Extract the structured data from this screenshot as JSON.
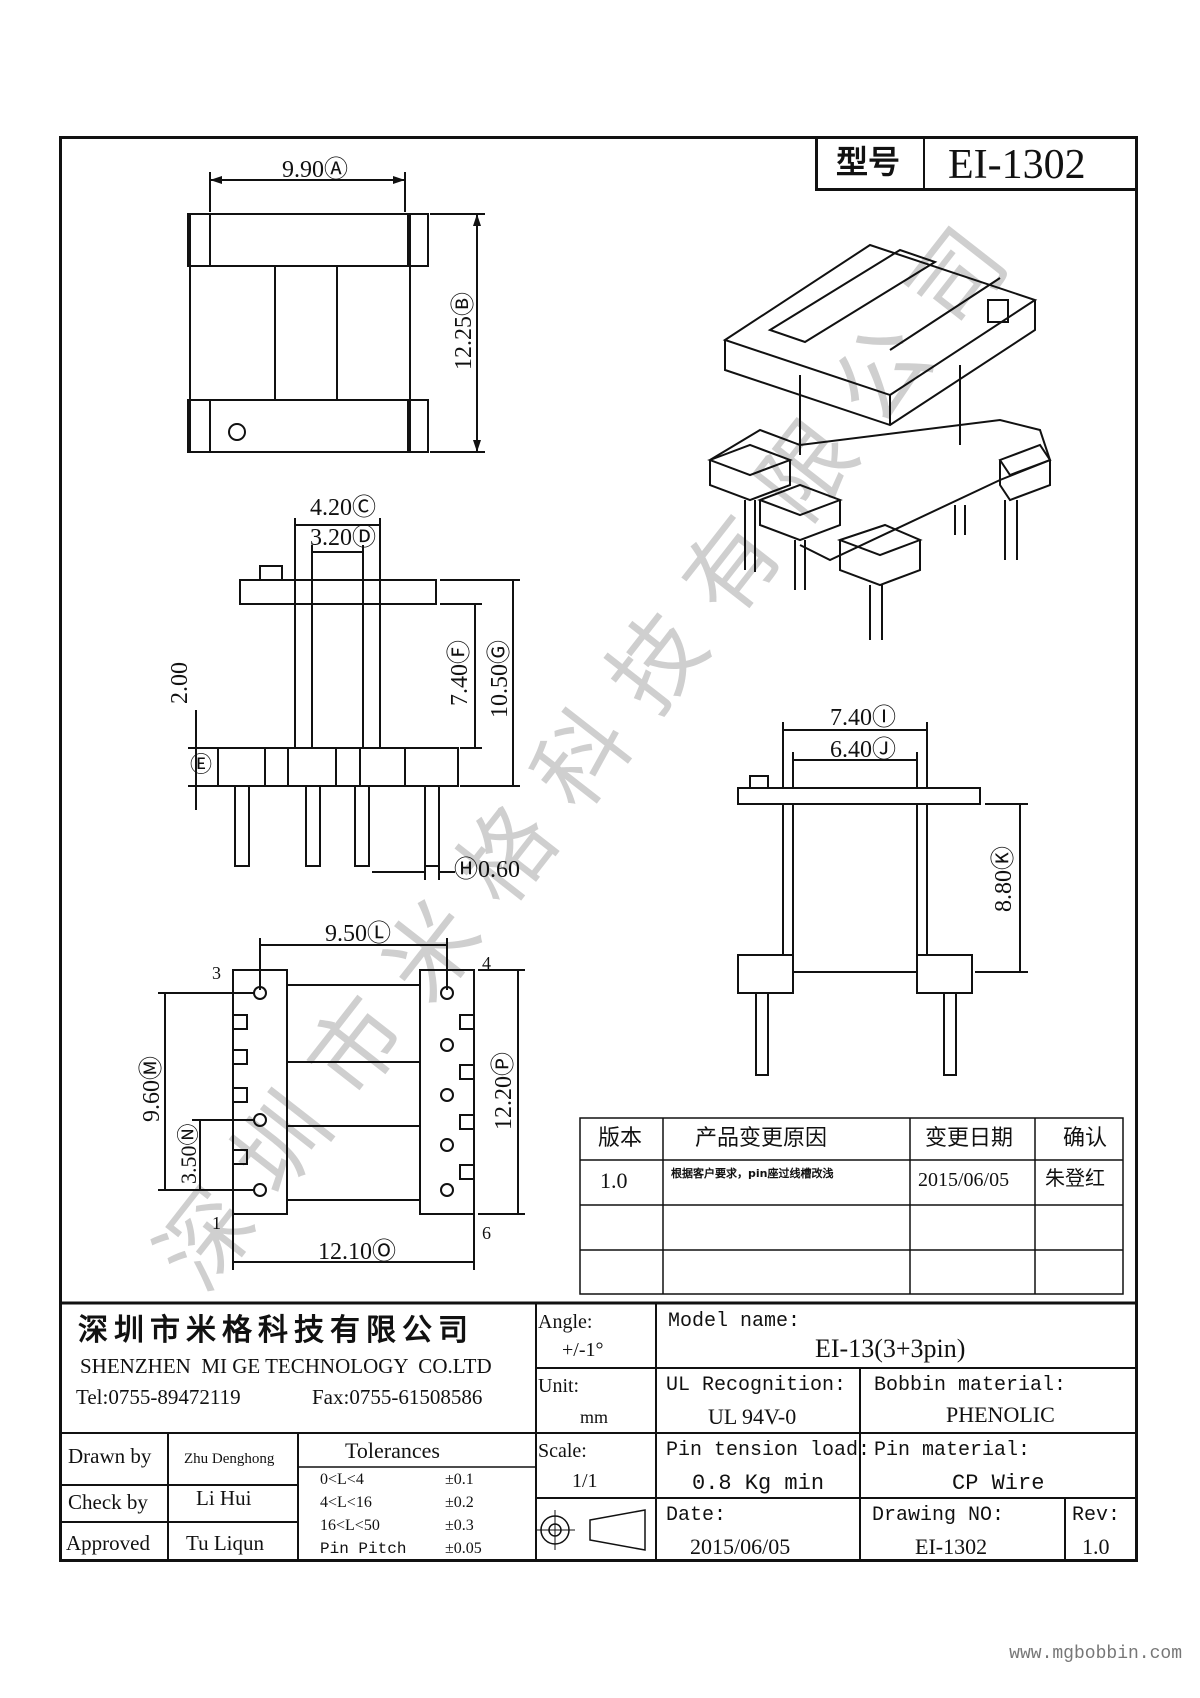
{
  "model_box": {
    "label": "型号",
    "value": "EI-1302"
  },
  "watermark": "深圳市米格科技有限公司",
  "dims": {
    "A": {
      "value": "9.90",
      "tag": "Ⓐ"
    },
    "B": {
      "value": "12.25",
      "tag": "Ⓑ"
    },
    "C": {
      "value": "4.20",
      "tag": "Ⓒ"
    },
    "D": {
      "value": "3.20",
      "tag": "Ⓓ"
    },
    "E": {
      "value": "2.00",
      "tag": "Ⓔ"
    },
    "F": {
      "value": "7.40",
      "tag": "Ⓕ"
    },
    "G": {
      "value": "10.50",
      "tag": "Ⓖ"
    },
    "H": {
      "value": "0.60",
      "tag": "Ⓗ"
    },
    "I": {
      "value": "7.40",
      "tag": "Ⓘ"
    },
    "J": {
      "value": "6.40",
      "tag": "Ⓙ"
    },
    "K": {
      "value": "8.80",
      "tag": "Ⓚ"
    },
    "L": {
      "value": "9.50",
      "tag": "Ⓛ"
    },
    "M": {
      "value": "9.60",
      "tag": "Ⓜ"
    },
    "N": {
      "value": "3.50",
      "tag": "Ⓝ"
    },
    "O": {
      "value": "12.10",
      "tag": "Ⓞ"
    },
    "P": {
      "value": "12.20",
      "tag": "Ⓟ"
    }
  },
  "pin_numbers": {
    "p1": "1",
    "p3": "3",
    "p4": "4",
    "p6": "6"
  },
  "revision_table": {
    "headers": [
      "版本",
      "产品变更原因",
      "变更日期",
      "确认"
    ],
    "rows": [
      [
        "1.0",
        "根据客户要求，pin座过线槽改浅",
        "2015/06/05",
        "朱登红"
      ]
    ]
  },
  "company": {
    "name_cn": "深圳市米格科技有限公司",
    "name_en": "SHENZHEN  MI GE TECHNOLOGY  CO.LTD",
    "tel": "Tel:0755-89472119",
    "fax": "Fax:0755-61508586"
  },
  "signoff": {
    "drawn_label": "Drawn by",
    "drawn_value": "Zhu Denghong",
    "check_label": "Check by",
    "check_value": "Li Hui",
    "approved_label": "Approved",
    "approved_value": "Tu Liqun"
  },
  "tolerances": {
    "title": "Tolerances",
    "rows": [
      {
        "range": "0<L<4",
        "tol": "±0.1"
      },
      {
        "range": "4<L<16",
        "tol": "±0.2"
      },
      {
        "range": "16<L<50",
        "tol": "±0.3"
      },
      {
        "range": "Pin Pitch",
        "tol": "±0.05"
      }
    ]
  },
  "angle": {
    "label": "Angle:",
    "value": "+/-1°"
  },
  "unit": {
    "label": "Unit:",
    "value": "mm"
  },
  "scale": {
    "label": "Scale:",
    "value": "1/1"
  },
  "model_name": {
    "label": "Model name:",
    "value": "EI-13(3+3pin)"
  },
  "ul": {
    "label": "UL Recognition:",
    "value": "UL 94V-0"
  },
  "bobbin_material": {
    "label": "Bobbin material:",
    "value": "PHENOLIC"
  },
  "pin_tension": {
    "label": "Pin tension load:",
    "value": "0.8 Kg min"
  },
  "pin_material": {
    "label": "Pin material:",
    "value": "CP Wire"
  },
  "date": {
    "label": "Date:",
    "value": "2015/06/05"
  },
  "drawing_no": {
    "label": "Drawing NO:",
    "value": "EI-1302"
  },
  "rev": {
    "label": "Rev:",
    "value": "1.0"
  },
  "website": "www.mgbobbin.com"
}
